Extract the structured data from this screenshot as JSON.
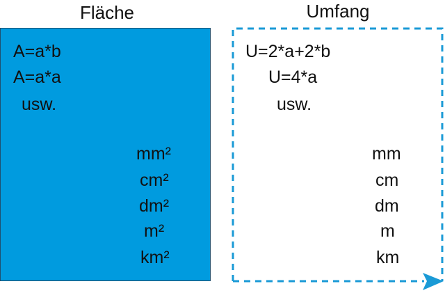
{
  "area": {
    "title": "Fläche",
    "color": "#009BDF",
    "formulas": [
      "A=a*b",
      "A=a*a",
      "usw."
    ],
    "units": [
      "mm²",
      "cm²",
      "dm²",
      "m²",
      "km²"
    ]
  },
  "perimeter": {
    "title": "Umfang",
    "color": "#1A9AD6",
    "formulas": [
      "U=2*a+2*b",
      "U=4*a",
      "usw."
    ],
    "units": [
      "mm",
      "cm",
      "dm",
      "m",
      "km"
    ]
  }
}
